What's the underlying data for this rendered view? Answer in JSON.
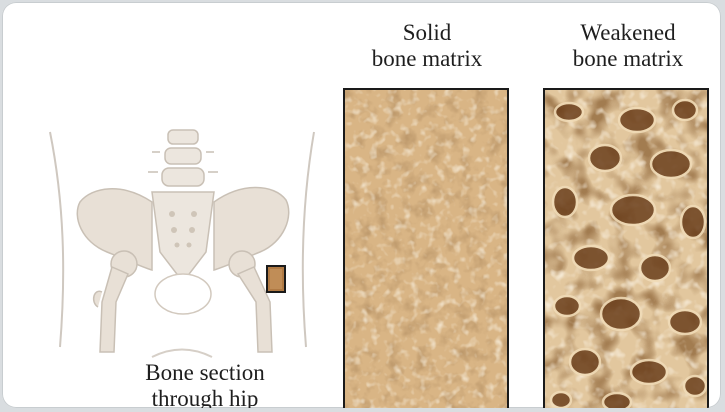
{
  "diagram": {
    "hip_caption": {
      "line1": "Bone section",
      "line2": "through hip"
    },
    "solid": {
      "line1": "Solid",
      "line2": "bone matrix"
    },
    "weakened": {
      "line1": "Weakened",
      "line2": "bone matrix"
    }
  },
  "colors": {
    "bone_light": "#e8e0d6",
    "bone_outline": "#c9c0b5",
    "matrix_base": "#d9b585",
    "matrix_light": "#f1dcb8",
    "pore_dark": "#6b3f1c",
    "section_marker": "#b07a44"
  }
}
